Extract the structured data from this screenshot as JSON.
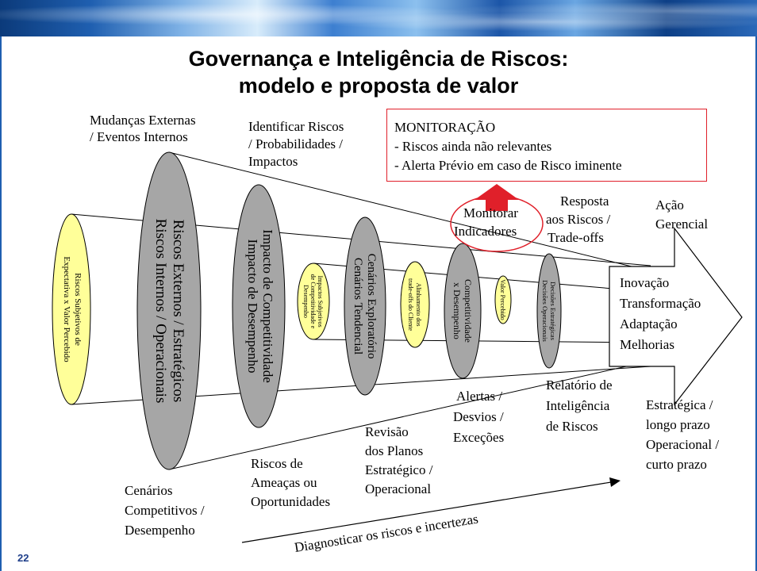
{
  "slide": {
    "title_line1": "Governança e Inteligência de Riscos:",
    "title_line2": "modelo e proposta de valor",
    "page_number": "22"
  },
  "labels": {
    "external_events": [
      "Mudanças Externas",
      "/ Eventos Internos"
    ],
    "identify_risks": [
      "Identificar Riscos",
      "/ Probabilidades /",
      "Impactos"
    ],
    "response": [
      "Resposta",
      "aos Riscos /",
      "Trade-offs"
    ],
    "managerial_action": [
      "Ação",
      "Gerencial"
    ],
    "monitor_indicators": [
      "Monitorar",
      "Indicadores"
    ],
    "competitive_scenarios": [
      "Cenários",
      "Competitivos /",
      "Desempenho"
    ],
    "threats": [
      "Riscos de",
      "Ameaças ou",
      "Oportunidades"
    ],
    "plan_review": [
      "Revisão",
      "dos Planos",
      "Estratégico /",
      "Operacional"
    ],
    "alerts": [
      "Alertas /",
      "Desvios /",
      "Exceções"
    ],
    "intel_report": [
      "Relatório de",
      "Inteligência",
      "de Riscos"
    ],
    "horizons": [
      "Estratégica /",
      "longo prazo",
      "Operacional /",
      "curto prazo"
    ],
    "diagnose": "Diagnosticar os riscos e incertezas"
  },
  "monitoring": {
    "heading": "MONITORAÇÃO",
    "item1": "- Riscos ainda não relevantes",
    "item2": "- Alerta Prévio em caso de Risco iminente"
  },
  "arrow_outcomes": [
    "Inovação",
    "Transformação",
    "Adaptação",
    "Melhorias"
  ],
  "ellipses": {
    "e1": [
      "Riscos Subjetivos de",
      "Expectativa x Valor Percebido"
    ],
    "e2": [
      "Riscos Externos / Estratégicos",
      "Riscos Internos / Operacionais"
    ],
    "e3": [
      "Impactos Subjetivos",
      "de Competitividade e",
      "Desempenho"
    ],
    "e4": [
      "Impacto de Competitividade",
      "Impacto de Desempenho"
    ],
    "e5": [
      "Cenários Exploratório",
      "Cenários Tendencial"
    ],
    "e6": [
      "Alinhamento dos",
      "trade-offs do Cliente"
    ],
    "e7": [
      "Competitividade",
      "x Desempenho"
    ],
    "e8": [
      "Valor Percebido"
    ],
    "e9": [
      "Decisões Estratégicas",
      "Decisões Operacionais"
    ]
  },
  "colors": {
    "yellow_fill": "#ffff99",
    "gray_fill": "#a6a6a6",
    "accent_red": "#e0202a",
    "title_blue": "#1f5fb0"
  }
}
